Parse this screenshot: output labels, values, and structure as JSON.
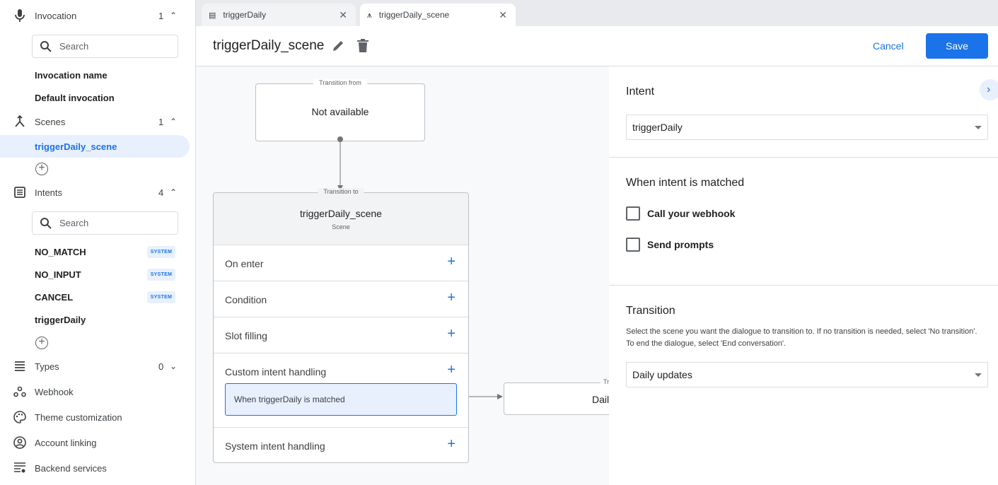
{
  "sidebar": {
    "invocation": {
      "label": "Invocation",
      "count": "1",
      "search_placeholder": "Search",
      "items": [
        "Invocation name",
        "Default invocation"
      ]
    },
    "scenes": {
      "label": "Scenes",
      "count": "1",
      "items": [
        "triggerDaily_scene"
      ]
    },
    "intents": {
      "label": "Intents",
      "count": "4",
      "search_placeholder": "Search",
      "items": [
        {
          "name": "NO_MATCH",
          "badge": "SYSTEM"
        },
        {
          "name": "NO_INPUT",
          "badge": "SYSTEM"
        },
        {
          "name": "CANCEL",
          "badge": "SYSTEM"
        },
        {
          "name": "triggerDaily",
          "badge": ""
        }
      ]
    },
    "types": {
      "label": "Types",
      "count": "0"
    },
    "links": [
      "Webhook",
      "Theme customization",
      "Account linking",
      "Backend services"
    ]
  },
  "tabs": [
    {
      "label": "triggerDaily",
      "icon": "intent-icon"
    },
    {
      "label": "triggerDaily_scene",
      "icon": "scene-icon",
      "active": true
    }
  ],
  "header": {
    "title": "triggerDaily_scene",
    "cancel": "Cancel",
    "save": "Save"
  },
  "canvas": {
    "from": {
      "caption": "Transition from",
      "text": "Not available"
    },
    "scene": {
      "caption": "Transition to",
      "title": "triggerDaily_scene",
      "subtitle": "Scene",
      "rows": [
        "On enter",
        "Condition",
        "Slot filling",
        "Custom intent handling",
        "System intent handling"
      ],
      "handler": "When triggerDaily is matched"
    },
    "target": {
      "caption": "Tr",
      "text": "Dail"
    }
  },
  "panel": {
    "intent_label": "Intent",
    "intent_value": "triggerDaily",
    "matched_label": "When intent is matched",
    "checkboxes": [
      {
        "label": "Call your webhook",
        "checked": false
      },
      {
        "label": "Send prompts",
        "checked": false
      }
    ],
    "transition_label": "Transition",
    "transition_desc": "Select the scene you want the dialogue to transition to. If no transition is needed, select 'No transition'. To end the dialogue, select 'End conversation'.",
    "transition_value": "Daily updates"
  },
  "colors": {
    "accent": "#1a73e8",
    "selected_bg": "#e8f0fe"
  }
}
